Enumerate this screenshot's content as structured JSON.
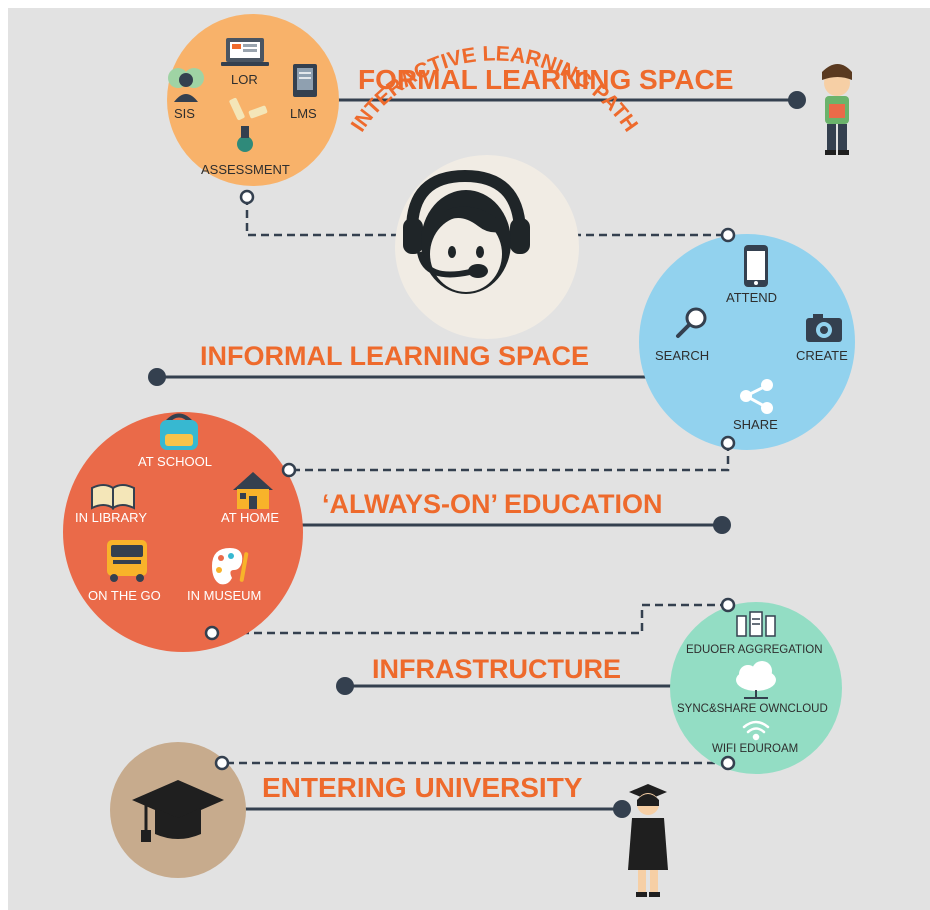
{
  "headings": {
    "formal": "FORMAL LEARNING SPACE",
    "interactive": "INTERACTIVE LEARNING PATH",
    "informal": "INFORMAL LEARNING SPACE",
    "always_on": "‘ALWAYS-ON’ EDUCATION",
    "infrastructure": "INFRASTRUCTURE",
    "entering": "ENTERING UNIVERSITY"
  },
  "formal_items": {
    "lor": "LOR",
    "sis": "SIS",
    "lms": "LMS",
    "assessment": "ASSESSMENT"
  },
  "informal_items": {
    "attend": "ATTEND",
    "search": "SEARCH",
    "create": "CREATE",
    "share": "SHARE"
  },
  "always_on_items": {
    "school": "AT SCHOOL",
    "library": "IN LIBRARY",
    "home": "AT HOME",
    "go": "ON THE GO",
    "museum": "IN MUSEUM"
  },
  "infra_items": {
    "eduoer": "EDUOER AGGREGATION",
    "sync": "SYNC&SHARE OWNCLOUD",
    "wifi": "WIFI EDUROAM"
  },
  "icons": {
    "formal": [
      "laptop-icon",
      "students-icon",
      "book-icon",
      "pen-award-icon"
    ],
    "headset": "headset-person-icon",
    "informal": [
      "phone-icon",
      "magnifier-icon",
      "camera-icon",
      "share-icon"
    ],
    "always_on": [
      "backpack-icon",
      "open-book-icon",
      "house-icon",
      "school-bus-icon",
      "palette-icon"
    ],
    "infra": [
      "servers-icon",
      "cloud-icon",
      "wifi-icon"
    ],
    "graduation": "graduation-cap-icon",
    "figures": [
      "schoolboy-icon",
      "graduate-icon"
    ]
  },
  "colors": {
    "background": "#e2e2e2",
    "heading": "#ee6a2c",
    "line": "#34404f",
    "formal_circle": "#f8b26a",
    "headset_circle": "#f1ece4",
    "informal_circle": "#92d2ee",
    "always_on_circle": "#ea6a49",
    "infra_circle": "#93ddc4",
    "university_circle": "#c7ab8d"
  }
}
